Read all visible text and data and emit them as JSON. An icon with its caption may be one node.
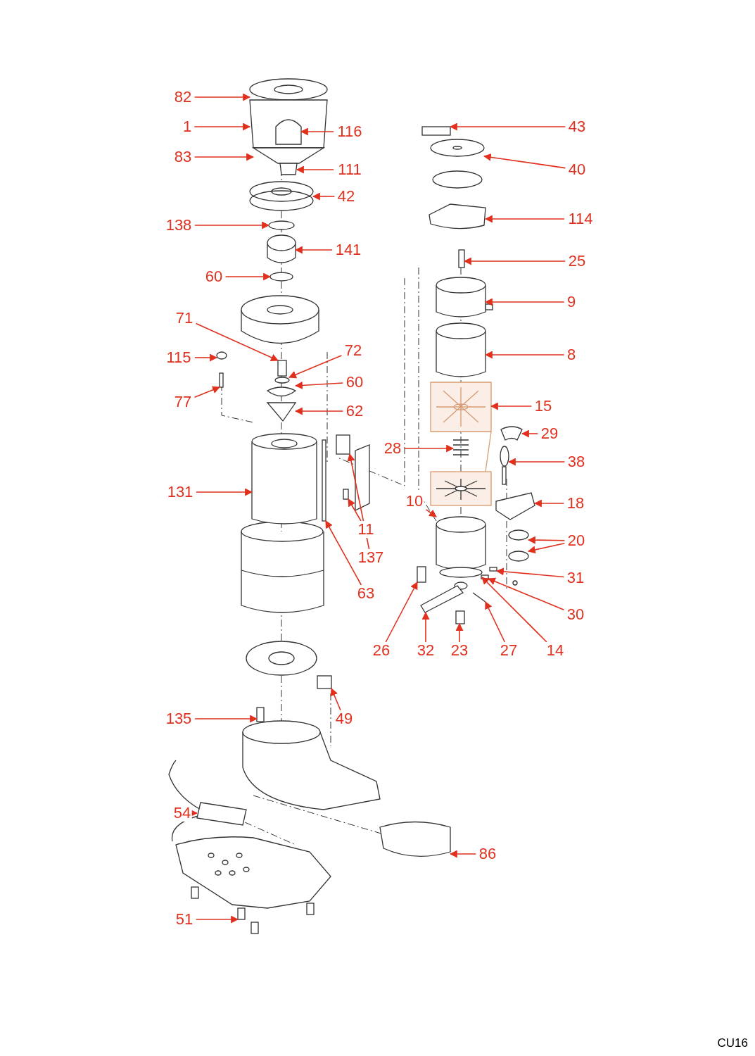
{
  "diagram": {
    "nodes": [
      {
        "text": [
          "82"
        ]
      },
      {
        "text": [
          "1"
        ]
      },
      {
        "text": [
          "116"
        ]
      },
      {
        "text": [
          "83"
        ]
      },
      {
        "text": [
          "111"
        ]
      },
      {
        "text": [
          "42"
        ]
      },
      {
        "text": [
          "138"
        ]
      },
      {
        "text": [
          "141"
        ]
      },
      {
        "text": [
          "60"
        ]
      },
      {
        "text": [
          "71"
        ]
      },
      {
        "text": [
          "72"
        ]
      },
      {
        "text": [
          "115"
        ]
      },
      {
        "text": [
          "60"
        ]
      },
      {
        "text": [
          "77"
        ]
      },
      {
        "text": [
          "62"
        ]
      },
      {
        "text": [
          "131"
        ]
      },
      {
        "text": [
          "137"
        ]
      },
      {
        "text": [
          "11"
        ]
      },
      {
        "text": [
          "63"
        ]
      },
      {
        "text": [
          "43"
        ]
      },
      {
        "text": [
          "40"
        ]
      },
      {
        "text": [
          "114"
        ]
      },
      {
        "text": [
          "25"
        ]
      },
      {
        "text": [
          "9"
        ]
      },
      {
        "text": [
          "8"
        ]
      },
      {
        "text": [
          "15"
        ]
      },
      {
        "text": [
          "29"
        ]
      },
      {
        "text": [
          "28"
        ]
      },
      {
        "text": [
          "38"
        ]
      },
      {
        "text": [
          "10"
        ]
      },
      {
        "text": [
          "18"
        ]
      },
      {
        "text": [
          "20"
        ]
      },
      {
        "text": [
          "31"
        ]
      },
      {
        "text": [
          "30"
        ]
      },
      {
        "text": [
          "26"
        ]
      },
      {
        "text": [
          "32"
        ]
      },
      {
        "text": [
          "23"
        ]
      },
      {
        "text": [
          "27"
        ]
      },
      {
        "text": [
          "14"
        ]
      },
      {
        "text": [
          "135"
        ]
      },
      {
        "text": [
          "49"
        ]
      },
      {
        "text": [
          "54"
        ]
      },
      {
        "text": [
          "86"
        ]
      },
      {
        "text": [
          "51"
        ]
      },
      {
        "text": [],
        "shape": "box"
      },
      {
        "text": [],
        "shape": "bar"
      },
      {
        "text": [],
        "shape": "circle"
      },
      {
        "text": [],
        "shape": "bar"
      },
      {
        "text": [],
        "shape": "bar"
      },
      {
        "text": [],
        "shape": "picture"
      },
      {
        "text": [],
        "shape": "box"
      },
      {
        "text": [],
        "shape": "picture"
      },
      {
        "text": [],
        "shape": "cylinder"
      },
      {
        "text": [],
        "shape": "picture"
      },
      {
        "text": [],
        "shape": "picture"
      },
      {
        "text": [],
        "shape": "picture",
        "in": 54
      },
      {
        "text": [],
        "shape": "picture"
      },
      {
        "text": [],
        "shape": "picture"
      },
      {
        "text": [],
        "shape": "picture"
      },
      {
        "text": [],
        "shape": "circle"
      },
      {
        "text": [],
        "shape": "cylinder"
      },
      {
        "text": [],
        "shape": "circle"
      },
      {
        "text": [],
        "shape": "bar"
      },
      {
        "text": [],
        "shape": "circle"
      },
      {
        "text": [],
        "shape": "circle"
      },
      {
        "text": [],
        "shape": "picture"
      },
      {
        "text": [],
        "shape": "bar"
      },
      {
        "text": [],
        "shape": "picture"
      },
      {
        "text": [],
        "shape": "cylinder"
      },
      {
        "text": [],
        "shape": "bar"
      },
      {
        "text": [],
        "shape": "circle"
      },
      {
        "text": [],
        "shape": "picture"
      },
      {
        "text": [],
        "shape": "bar"
      },
      {
        "text": [],
        "shape": "cylinder"
      },
      {
        "text": [],
        "shape": "cylinder"
      },
      {
        "text": [],
        "shape": "picture"
      },
      {
        "text": [],
        "shape": "circle"
      },
      {
        "text": [],
        "shape": "circle"
      },
      {
        "text": [],
        "shape": "bar"
      },
      {
        "text": [],
        "shape": "bar"
      },
      {
        "text": [],
        "shape": "circle"
      },
      {
        "text": [],
        "shape": "picture"
      },
      {
        "text": [],
        "shape": "bar"
      },
      {
        "text": [],
        "shape": "picture"
      },
      {
        "text": [],
        "shape": "bar"
      },
      {
        "text": [],
        "shape": "box"
      },
      {
        "text": [],
        "shape": "picture"
      },
      {
        "text": [],
        "shape": "picture"
      },
      {
        "text": [],
        "shape": "bar"
      }
    ],
    "edges": [
      {
        "from": 0,
        "to": 53,
        "arrow": "to"
      },
      {
        "from": 1,
        "to": 54,
        "arrow": "to"
      },
      {
        "from": 2,
        "to": 55,
        "arrow": "to"
      },
      {
        "from": 3,
        "to": 56,
        "arrow": "to"
      },
      {
        "from": 4,
        "to": 57,
        "arrow": "to"
      },
      {
        "from": 5,
        "to": 58,
        "arrow": "to"
      },
      {
        "from": 6,
        "to": 59,
        "arrow": "to"
      },
      {
        "from": 7,
        "to": 60,
        "arrow": "to"
      },
      {
        "from": 8,
        "to": 61,
        "arrow": "to"
      },
      {
        "from": 9,
        "to": 62,
        "arrow": "to"
      },
      {
        "from": 10,
        "to": 63,
        "arrow": "to"
      },
      {
        "from": 11,
        "to": 64,
        "arrow": "to"
      },
      {
        "from": 12,
        "to": 65,
        "arrow": "to"
      },
      {
        "from": 13,
        "to": 66,
        "arrow": "to"
      },
      {
        "from": 14,
        "to": 67,
        "arrow": "to"
      },
      {
        "from": 15,
        "to": 68,
        "arrow": "to"
      },
      {
        "from": 16,
        "to": 44,
        "arrow": "to"
      },
      {
        "from": 17,
        "to": 48,
        "arrow": "to"
      },
      {
        "from": 18,
        "to": 45,
        "arrow": "to"
      },
      {
        "from": 19,
        "to": 69,
        "arrow": "to"
      },
      {
        "from": 20,
        "to": 70,
        "arrow": "to"
      },
      {
        "from": 21,
        "to": 71,
        "arrow": "to"
      },
      {
        "from": 22,
        "to": 72,
        "arrow": "to"
      },
      {
        "from": 23,
        "to": 73,
        "arrow": "to"
      },
      {
        "from": 24,
        "to": 74,
        "arrow": "to"
      },
      {
        "from": 25,
        "to": 50,
        "arrow": "to"
      },
      {
        "from": 26,
        "to": 49,
        "arrow": "to"
      },
      {
        "from": 27,
        "to": 51,
        "arrow": "to"
      },
      {
        "from": 28,
        "to": 46,
        "arrow": "to"
      },
      {
        "from": 29,
        "to": 52,
        "arrow": "to"
      },
      {
        "from": 30,
        "to": 75,
        "arrow": "to"
      },
      {
        "from": 31,
        "to": 76,
        "arrow": "to"
      },
      {
        "from": 31,
        "to": 77,
        "arrow": "to"
      },
      {
        "from": 32,
        "to": 78,
        "arrow": "to"
      },
      {
        "from": 33,
        "to": 79,
        "arrow": "to"
      },
      {
        "from": 34,
        "to": 47,
        "arrow": "to"
      },
      {
        "from": 35,
        "to": 81,
        "arrow": "to"
      },
      {
        "from": 36,
        "to": 82,
        "arrow": "to"
      },
      {
        "from": 37,
        "to": 83,
        "arrow": "to"
      },
      {
        "from": 38,
        "to": 80,
        "arrow": "to"
      },
      {
        "from": 39,
        "to": 84,
        "arrow": "to"
      },
      {
        "from": 40,
        "to": 85,
        "arrow": "to"
      },
      {
        "from": 41,
        "to": 86,
        "arrow": "to"
      },
      {
        "from": 42,
        "to": 87,
        "arrow": "to"
      },
      {
        "from": 43,
        "to": 88,
        "arrow": "to"
      }
    ],
    "labels": [
      "CU16"
    ]
  }
}
